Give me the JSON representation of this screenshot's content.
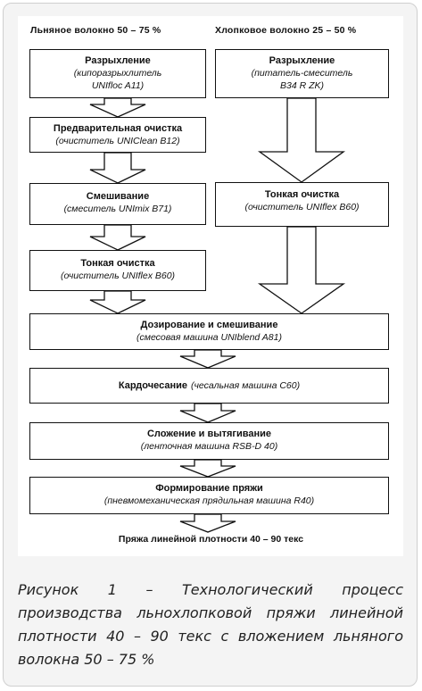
{
  "headers": {
    "left": "Льняное волокно 50 – 75 %",
    "right": "Хлопковое волокно 25 – 50 %"
  },
  "left_col": [
    {
      "title": "Разрыхление",
      "sub": "(кипоразрыхлитель UNIfloc A11)",
      "sub2": ""
    },
    {
      "title": "Предварительная очистка",
      "sub": "(очиститель UNIClean B12)",
      "sub2": ""
    },
    {
      "title": "Смешивание",
      "sub": "(смеситель UNImix B71)",
      "sub2": ""
    },
    {
      "title": "Тонкая очистка",
      "sub": "(очиститель UNIflex B60)",
      "sub2": ""
    }
  ],
  "right_col": [
    {
      "title": "Разрыхление",
      "sub": "(питатель-смеситель",
      "sub2": "B34 R ZK)"
    },
    {
      "title": "Тонкая очистка",
      "sub": "(очиститель UNIflex B60)",
      "sub2": ""
    }
  ],
  "main": [
    {
      "title": "Дозирование и смешивание",
      "sub": "(смесовая машина UNIblend A81)"
    },
    {
      "title": "Кардочесание",
      "sub": "(чесальная машина C60)"
    },
    {
      "title": "Сложение и вытягивание",
      "sub": "(ленточная машина RSB-D 40)"
    },
    {
      "title": "Формирование пряжи",
      "sub": "(пневмомеханическая прядильная машина R40)"
    }
  ],
  "result": "Пряжа линейной плотности 40 – 90 текс",
  "caption": "Рисунок 1 – Технологический процесс производства льнохлопковой пряжи линейной плотности 40 – 90 текс с вложением льняного волокна 50 – 75 %"
}
